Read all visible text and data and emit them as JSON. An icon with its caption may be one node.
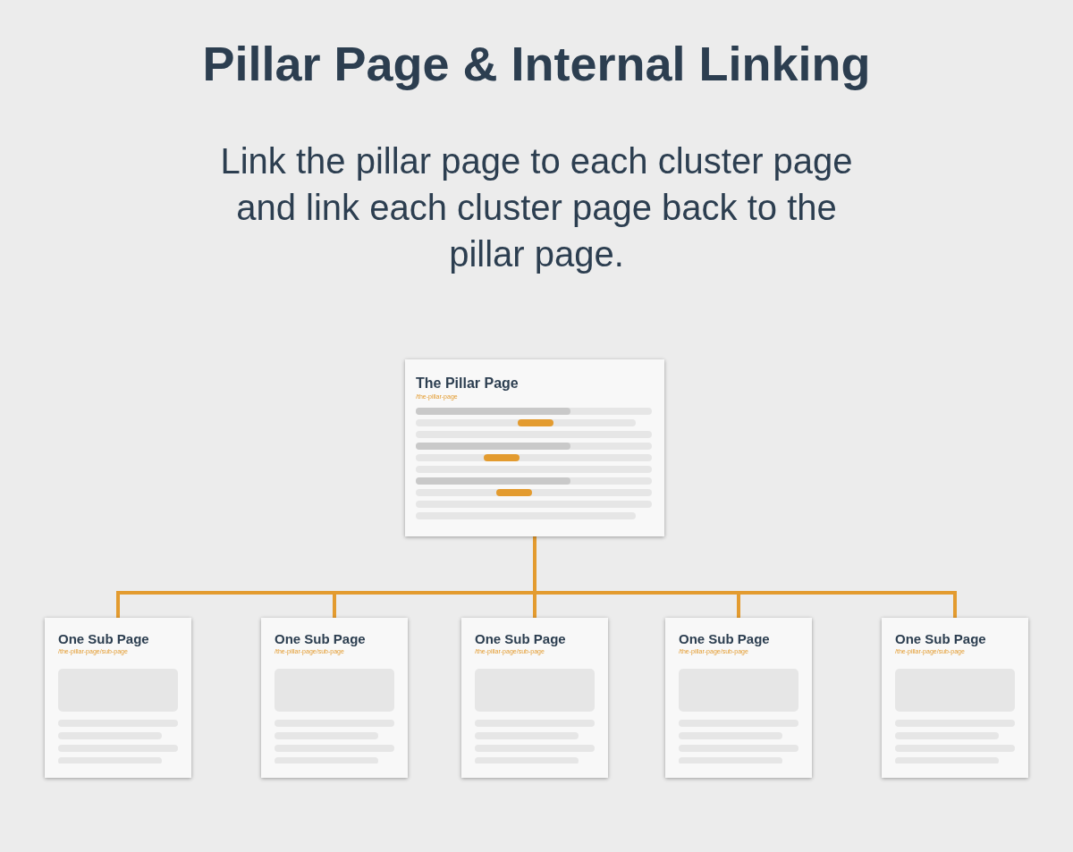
{
  "diagram": {
    "title": "Pillar Page & Internal Linking",
    "nodes": [
      {
        "text": [
          "The Pillar Page",
          "/the-pillar-page"
        ]
      },
      {
        "text": [
          "One Sub Page",
          "/the-pillar-page/sub-page"
        ]
      },
      {
        "text": [
          "One Sub Page",
          "/the-pillar-page/sub-page"
        ]
      },
      {
        "text": [
          "One Sub Page",
          "/the-pillar-page/sub-page"
        ]
      },
      {
        "text": [
          "One Sub Page",
          "/the-pillar-page/sub-page"
        ]
      },
      {
        "text": [
          "One Sub Page",
          "/the-pillar-page/sub-page"
        ]
      }
    ],
    "edges": [
      {
        "from": 0,
        "to": 1,
        "arrow": "none"
      },
      {
        "from": 0,
        "to": 2,
        "arrow": "none"
      },
      {
        "from": 0,
        "to": 3,
        "arrow": "none"
      },
      {
        "from": 0,
        "to": 4,
        "arrow": "none"
      },
      {
        "from": 0,
        "to": 5,
        "arrow": "none"
      }
    ],
    "labels": [
      "Link the pillar page to each cluster page and link each cluster page back to the pillar page."
    ]
  }
}
